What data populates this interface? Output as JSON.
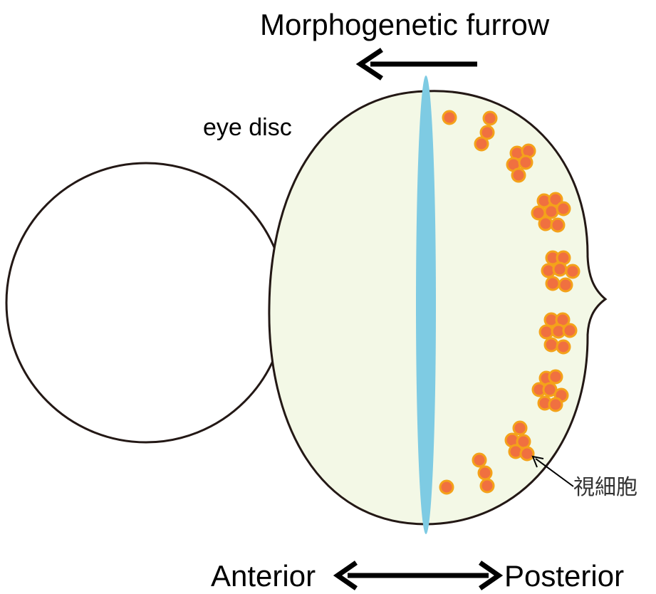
{
  "title": "Morphogenetic furrow",
  "eye_disc_label": "eye disc",
  "photoreceptor_label": "視細胞",
  "axis": {
    "anterior": "Anterior",
    "posterior": "Posterior"
  },
  "colors": {
    "disc_fill": "#f3f8e6",
    "furrow": "#7ecbe3",
    "cell_fill": "#f07040",
    "cell_stroke": "#f4a21a",
    "outline": "#231815"
  },
  "icons": {
    "furrow_arrow": "left-arrow-icon",
    "axis_arrow": "double-headed-arrow-icon",
    "pointer": "pointer-arrow-icon"
  }
}
